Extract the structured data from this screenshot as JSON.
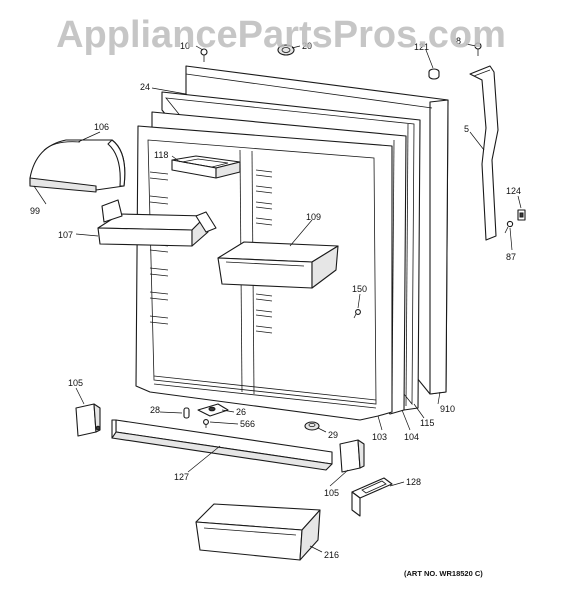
{
  "watermark": "AppliancePartsPros.com",
  "art_number": "(ART NO. WR18520 C)",
  "callouts": {
    "c10": "10",
    "c20": "20",
    "c121": "121",
    "c8": "8",
    "c24": "24",
    "c5": "5",
    "c106": "106",
    "c118": "118",
    "c99": "99",
    "c107": "107",
    "c109": "109",
    "c124": "124",
    "c87": "87",
    "c150": "150",
    "c105a": "105",
    "c28": "28",
    "c26": "26",
    "c566": "566",
    "c910": "910",
    "c115": "115",
    "c104": "104",
    "c103": "103",
    "c29": "29",
    "c127": "127",
    "c105b": "105",
    "c128": "128",
    "c216": "216"
  }
}
